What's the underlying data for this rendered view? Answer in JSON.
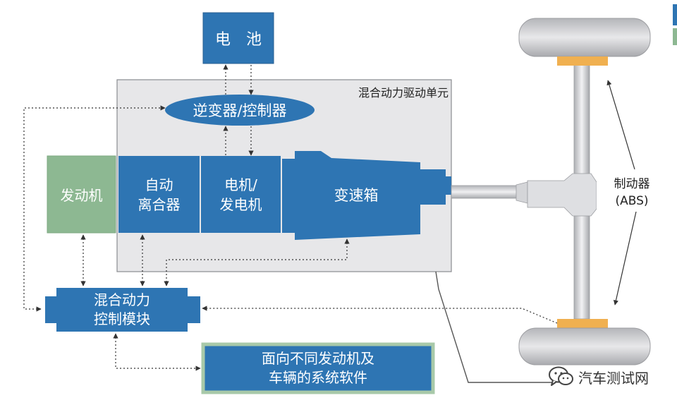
{
  "labels": {
    "battery": "电　池",
    "inverter": "逆变器/控制器",
    "hybrid_unit": "混合动力驱动单元",
    "engine": "发动机",
    "clutch": "自动\n离合器",
    "motor": "电机/\n发电机",
    "gearbox": "变速箱",
    "control_module": "混合动力\n控制模块",
    "software": "面向不同发动机及\n车辆的系统软件",
    "brake": "制动器\n(ABS)"
  },
  "watermark": {
    "text": "汽车测试网",
    "icon": "wechat-icon"
  },
  "colors": {
    "blue": "#2e75b3",
    "blue_dark": "#1f5f96",
    "green": "#8db892",
    "green_border": "#a8c9a9",
    "unit_bg": "#e7e7e9",
    "brake_pad": "#f0b050"
  }
}
